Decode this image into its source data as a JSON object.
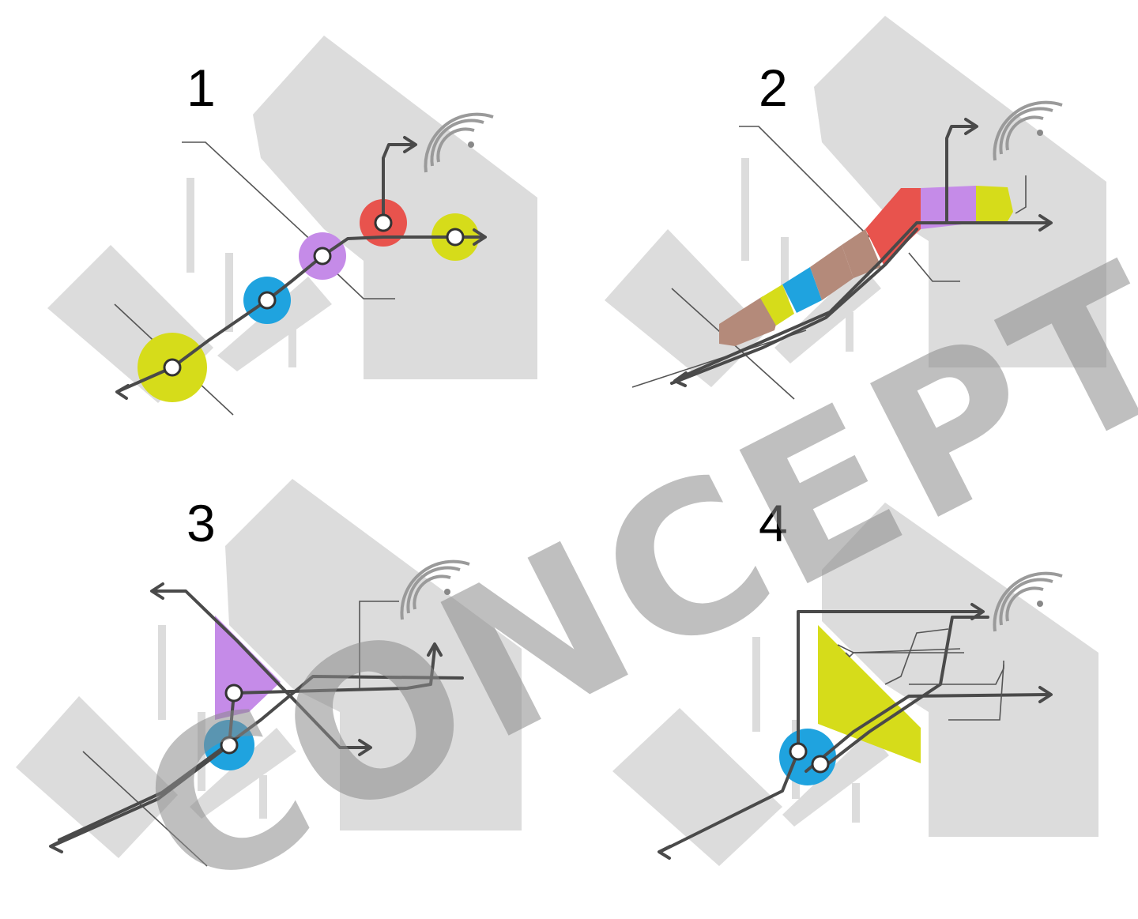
{
  "panels": [
    {
      "label": "1"
    },
    {
      "label": "2"
    },
    {
      "label": "3"
    },
    {
      "label": "4"
    }
  ],
  "watermark": "CONCEPT",
  "colors": {
    "building": "#dcdcdc",
    "yellow": "#d6dc1a",
    "blue": "#1fa3df",
    "purple": "#c58be8",
    "red": "#e8534d",
    "brown": "#b48a7a",
    "path": "#4a4a4a"
  },
  "icons": [
    "arrow-icon",
    "signal-waves-icon"
  ]
}
